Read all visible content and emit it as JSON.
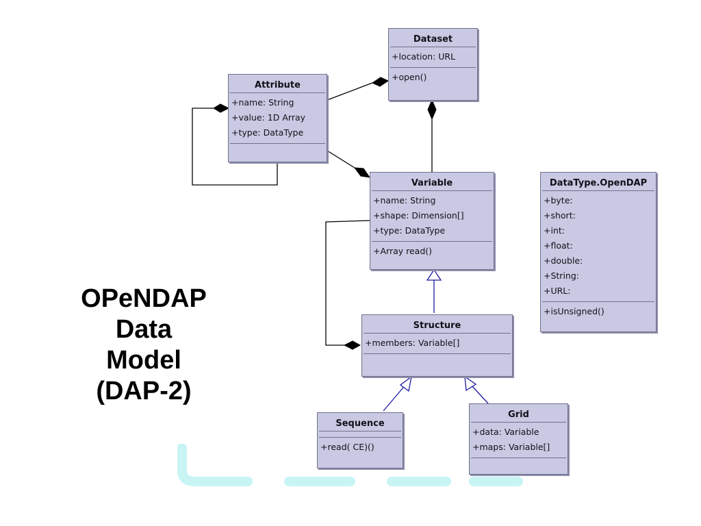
{
  "title_lines": [
    "OPeNDAP",
    "Data",
    "Model",
    "(DAP-2)"
  ],
  "classes": {
    "dataset": {
      "name": "Dataset",
      "attributes": [
        "+location: URL"
      ],
      "operations": [
        "+open()"
      ]
    },
    "attribute": {
      "name": "Attribute",
      "attributes": [
        "+name: String",
        "+value: 1D Array",
        "+type: DataType"
      ],
      "operations": []
    },
    "variable": {
      "name": "Variable",
      "attributes": [
        "+name: String",
        "+shape: Dimension[]",
        "+type: DataType"
      ],
      "operations": [
        "+Array read()"
      ]
    },
    "datatype": {
      "name": "DataType.OpenDAP",
      "attributes": [
        "+byte:",
        "+short:",
        "+int:",
        "+float:",
        "+double:",
        "+String:",
        "+URL:"
      ],
      "operations": [
        "+isUnsigned()"
      ]
    },
    "structure": {
      "name": "Structure",
      "attributes": [
        "+members: Variable[]"
      ],
      "operations": []
    },
    "sequence": {
      "name": "Sequence",
      "attributes": [],
      "operations": [
        "+read( CE)()"
      ]
    },
    "grid": {
      "name": "Grid",
      "attributes": [
        "+data: Variable",
        "+maps: Variable[]"
      ],
      "operations": []
    }
  },
  "colors": {
    "class_fill": "#c9c9e3",
    "class_border": "#6f6f8c",
    "line": "#000000",
    "generalization": "#1a1aa0",
    "watermark": "#c8f4f4"
  }
}
